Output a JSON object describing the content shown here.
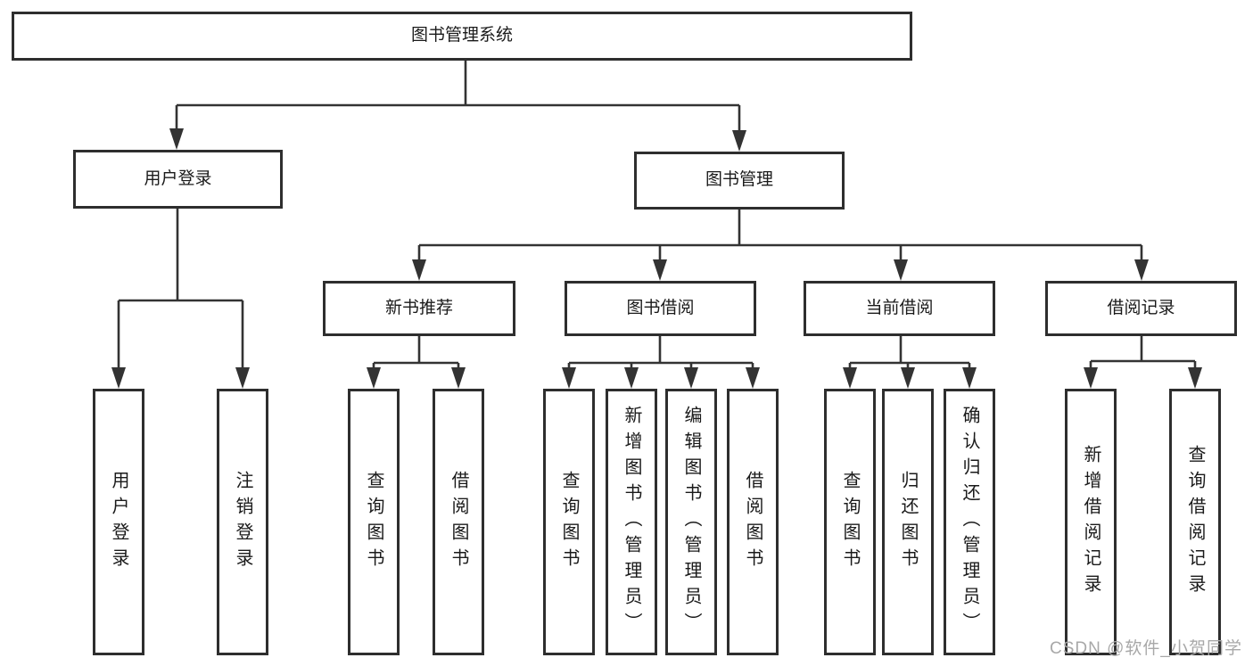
{
  "colors": {
    "background": "#ffffff",
    "line": "#333333",
    "box_border": "#2e2e2e",
    "text": "#1a1a1a",
    "watermark": "#a8a8a8"
  },
  "watermark": "CSDN @软件_小贺同学",
  "tree": {
    "root": "图书管理系统",
    "children": [
      {
        "label": "用户登录",
        "children": [
          {
            "label": "用户登录"
          },
          {
            "label": "注销登录"
          }
        ]
      },
      {
        "label": "图书管理",
        "children": [
          {
            "label": "新书推荐",
            "children": [
              {
                "label": "查询图书"
              },
              {
                "label": "借阅图书"
              }
            ]
          },
          {
            "label": "图书借阅",
            "children": [
              {
                "label": "查询图书"
              },
              {
                "label": "新增图书（管理员）"
              },
              {
                "label": "编辑图书（管理员）"
              },
              {
                "label": "借阅图书"
              }
            ]
          },
          {
            "label": "当前借阅",
            "children": [
              {
                "label": "查询图书"
              },
              {
                "label": "归还图书"
              },
              {
                "label": "确认归还（管理员）"
              }
            ]
          },
          {
            "label": "借阅记录",
            "children": [
              {
                "label": "新增借阅记录"
              },
              {
                "label": "查询借阅记录"
              }
            ]
          }
        ]
      }
    ]
  }
}
